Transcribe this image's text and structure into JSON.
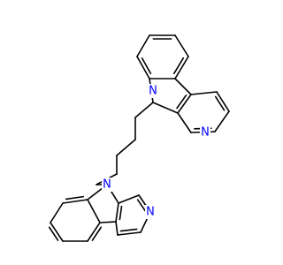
{
  "structure": {
    "atoms": [
      {
        "id": "N1",
        "label": "N",
        "color": "#0000ff"
      },
      {
        "id": "N2",
        "label": "N",
        "color": "#0000ff"
      },
      {
        "id": "N3",
        "label": "N",
        "color": "#0000ff"
      },
      {
        "id": "N4",
        "label": "N",
        "color": "#0000ff"
      }
    ]
  }
}
